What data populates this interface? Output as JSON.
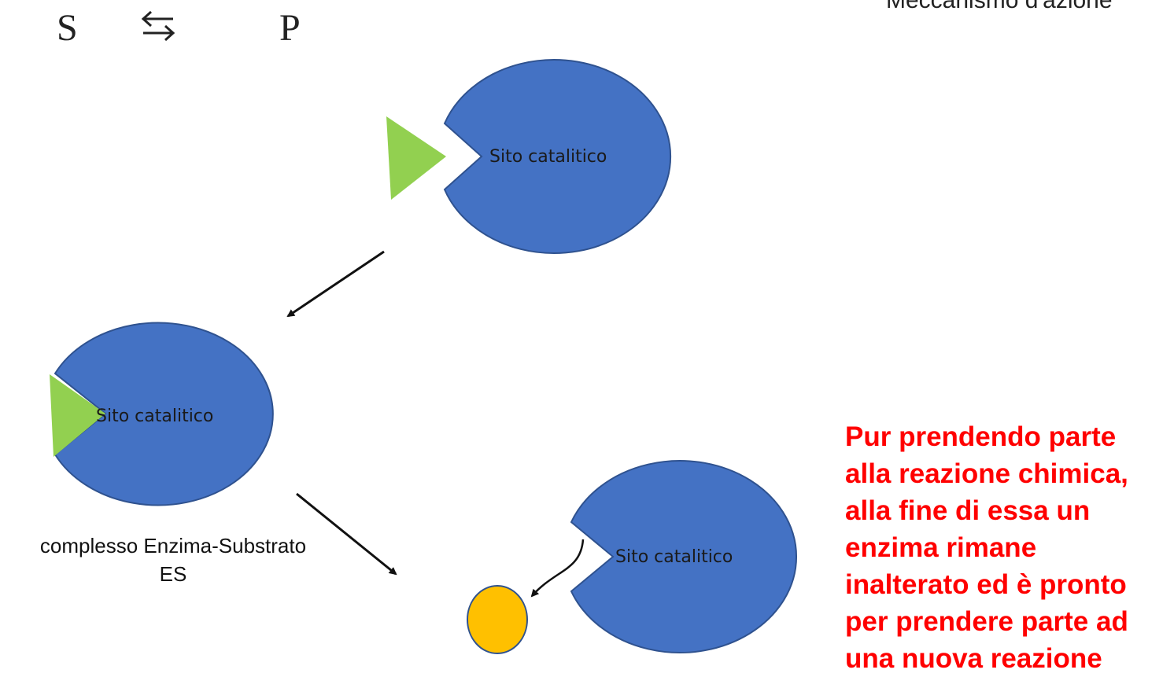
{
  "equation": {
    "substrate": "S",
    "product": "P"
  },
  "heading": "Meccanismo d'azione",
  "enzyme_top": {
    "site_label": "Sito catalitico"
  },
  "enzyme_middle": {
    "site_label": "Sito catalitico"
  },
  "enzyme_bottom": {
    "site_label": "Sito catalitico"
  },
  "complex_label": {
    "line1": "complesso Enzima-Substrato",
    "line2": "ES"
  },
  "note": {
    "lines": [
      "Pur prendendo parte",
      "alla reazione chimica,",
      "alla fine di essa un",
      "enzima rimane",
      "inalterato ed è pronto",
      "per prendere parte ad",
      "una nuova reazione"
    ]
  },
  "colors": {
    "enzyme": "#4472c4",
    "enzyme_outline": "#2f528f",
    "substrate": "#92d050",
    "product": "#ffc000",
    "note_text": "#ff0000"
  }
}
